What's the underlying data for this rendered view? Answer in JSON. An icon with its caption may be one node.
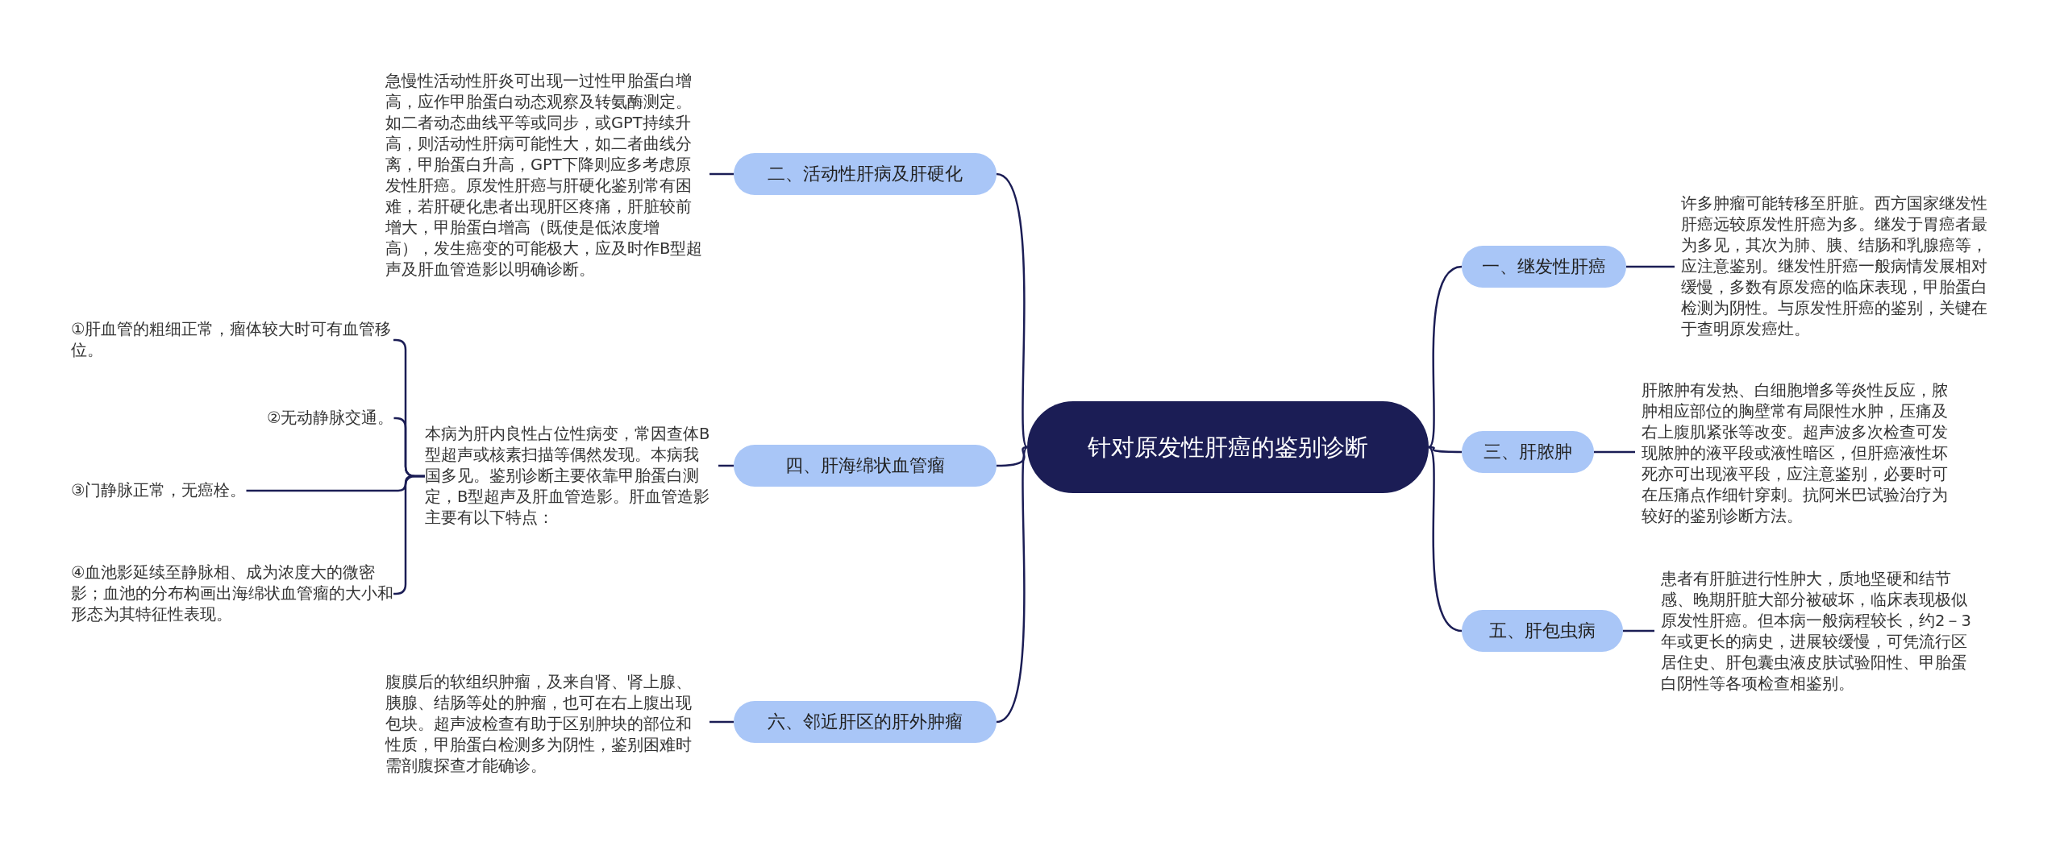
{
  "diagram": {
    "nodes": [
      {
        "text": [
          "针对原发性肝癌的鉴别诊断"
        ]
      },
      {
        "text": [
          "二、活动性肝病及肝硬化"
        ]
      },
      {
        "text": [
          "急慢性活动性肝炎可出现一过性甲胎蛋白增高，应作甲胎蛋白动态观察及转氨酶测定。如二者动态曲线平等或同步，或GPT持续升高，则活动性肝病可能性大，如二者曲线分离，甲胎蛋白升高，GPT下降则应多考虑原发性肝癌。原发性肝癌与肝硬化鉴别常有困难，若肝硬化患者出现肝区疼痛，肝脏较前增大，甲胎蛋白增高（既使是低浓度增高），发生癌变的可能极大，应及时作B型超声及肝血管造影以明确诊断。"
        ]
      },
      {
        "text": [
          "四、肝海绵状血管瘤"
        ]
      },
      {
        "text": [
          "本病为肝内良性占位性病变，常因查体B型超声或核素扫描等偶然发现。本病我国多见。鉴别诊断主要依靠甲胎蛋白测定，B型超声及肝血管造影。肝血管造影主要有以下特点："
        ]
      },
      {
        "text": [
          "①肝血管的粗细正常，瘤体较大时可有血管移位。"
        ]
      },
      {
        "text": [
          "②无动静脉交通。"
        ]
      },
      {
        "text": [
          "③门静脉正常，无癌栓。"
        ]
      },
      {
        "text": [
          "④血池影延续至静脉相、成为浓度大的微密影；血池的分布构画出海绵状血管瘤的大小和形态为其特征性表现。"
        ]
      },
      {
        "text": [
          "六、邻近肝区的肝外肿瘤"
        ]
      },
      {
        "text": [
          "腹膜后的软组织肿瘤，及来自肾、肾上腺、胰腺、结肠等处的肿瘤，也可在右上腹出现包块。超声波检查有助于区别肿块的部位和性质，甲胎蛋白检测多为阴性，鉴别困难时需剖腹探查才能确诊。"
        ]
      },
      {
        "text": [
          "一、继发性肝癌"
        ]
      },
      {
        "text": [
          "许多肿瘤可能转移至肝脏。西方国家继发性肝癌远较原发性肝癌为多。继发于胃癌者最为多见，其次为肺、胰、结肠和乳腺癌等，应注意鉴别。继发性肝癌一般病情发展相对缓慢，多数有原发癌的临床表现，甲胎蛋白检测为阴性。与原发性肝癌的鉴别，关键在于查明原发癌灶。"
        ]
      },
      {
        "text": [
          "三、肝脓肿"
        ]
      },
      {
        "text": [
          "肝脓肿有发热、白细胞增多等炎性反应，脓肿相应部位的胸壁常有局限性水肿，压痛及右上腹肌紧张等改变。超声波多次检查可发现脓肿的液平段或液性暗区，但肝癌液性坏死亦可出现液平段，应注意鉴别，必要时可在压痛点作细针穿刺。抗阿米巴试验治疗为较好的鉴别诊断方法。"
        ]
      },
      {
        "text": [
          "五、肝包虫病"
        ]
      },
      {
        "text": [
          "患者有肝脏进行性肿大，质地坚硬和结节感、晚期肝脏大部分被破坏，临床表现极似原发性肝癌。但本病一般病程较长，约2－3年或更长的病史，进展较缓慢，可凭流行区居住史、肝包囊虫液皮肤试验阳性、甲胎蛋白阴性等各项检查相鉴别。"
        ]
      }
    ],
    "edges": [
      {
        "from": 0,
        "to": 1,
        "arrow": "none"
      },
      {
        "from": 1,
        "to": 2,
        "arrow": "none"
      },
      {
        "from": 0,
        "to": 3,
        "arrow": "none"
      },
      {
        "from": 3,
        "to": 4,
        "arrow": "none"
      },
      {
        "from": 4,
        "to": 5,
        "arrow": "none"
      },
      {
        "from": 4,
        "to": 6,
        "arrow": "none"
      },
      {
        "from": 4,
        "to": 7,
        "arrow": "none"
      },
      {
        "from": 4,
        "to": 8,
        "arrow": "none"
      },
      {
        "from": 0,
        "to": 9,
        "arrow": "none"
      },
      {
        "from": 9,
        "to": 10,
        "arrow": "none"
      },
      {
        "from": 0,
        "to": 11,
        "arrow": "none"
      },
      {
        "from": 11,
        "to": 12,
        "arrow": "none"
      },
      {
        "from": 0,
        "to": 13,
        "arrow": "none"
      },
      {
        "from": 13,
        "to": 14,
        "arrow": "none"
      },
      {
        "from": 0,
        "to": 15,
        "arrow": "none"
      },
      {
        "from": 15,
        "to": 16,
        "arrow": "none"
      }
    ]
  }
}
